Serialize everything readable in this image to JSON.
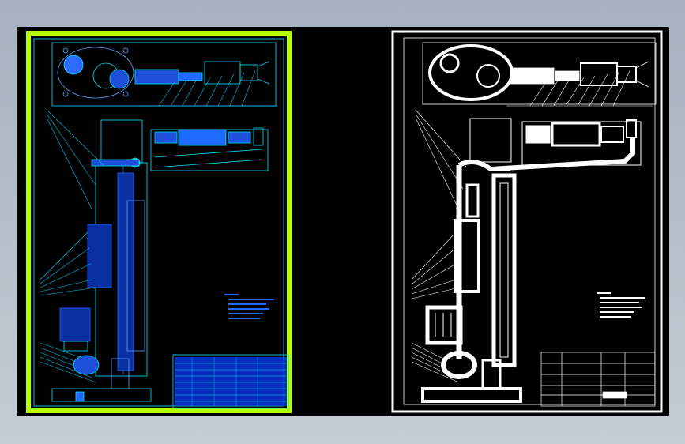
{
  "viewport": {
    "background": "#000000",
    "frame": "#a9b3c1"
  },
  "sheets": [
    {
      "id": "left",
      "style": "colored",
      "border_color": "#b4ff00",
      "outline_color": "#00e5ff",
      "part_color": "#1e6bff",
      "leader_color": "#00c8ff",
      "title_block_color": "#0a3cff"
    },
    {
      "id": "right",
      "style": "monochrome",
      "border_color": "#ffffff",
      "outline_color": "#ffffff",
      "part_color": "#ffffff",
      "leader_color": "#ffffff",
      "title_block_color": "#ffffff"
    }
  ]
}
